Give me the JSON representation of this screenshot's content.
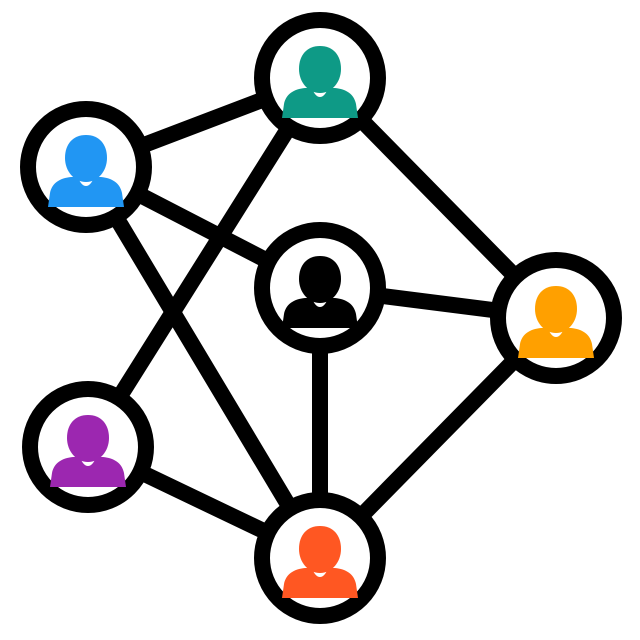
{
  "network": {
    "line_color": "#000000",
    "node_fill": "#ffffff",
    "nodes": [
      {
        "id": "top",
        "icon": "person-icon",
        "color": "#0e9a86"
      },
      {
        "id": "top-left",
        "icon": "person-icon",
        "color": "#2196f3"
      },
      {
        "id": "center",
        "icon": "person-icon",
        "color": "#000000"
      },
      {
        "id": "right",
        "icon": "person-icon",
        "color": "#ffa000"
      },
      {
        "id": "bottom-left",
        "icon": "person-icon",
        "color": "#9c27b0"
      },
      {
        "id": "bottom",
        "icon": "person-icon",
        "color": "#ff5722"
      }
    ],
    "edges": [
      [
        "top-left",
        "top"
      ],
      [
        "top",
        "right"
      ],
      [
        "top",
        "bottom-left"
      ],
      [
        "top-left",
        "center"
      ],
      [
        "top-left",
        "bottom"
      ],
      [
        "center",
        "right"
      ],
      [
        "center",
        "bottom"
      ],
      [
        "right",
        "bottom"
      ],
      [
        "bottom-left",
        "bottom"
      ]
    ]
  }
}
